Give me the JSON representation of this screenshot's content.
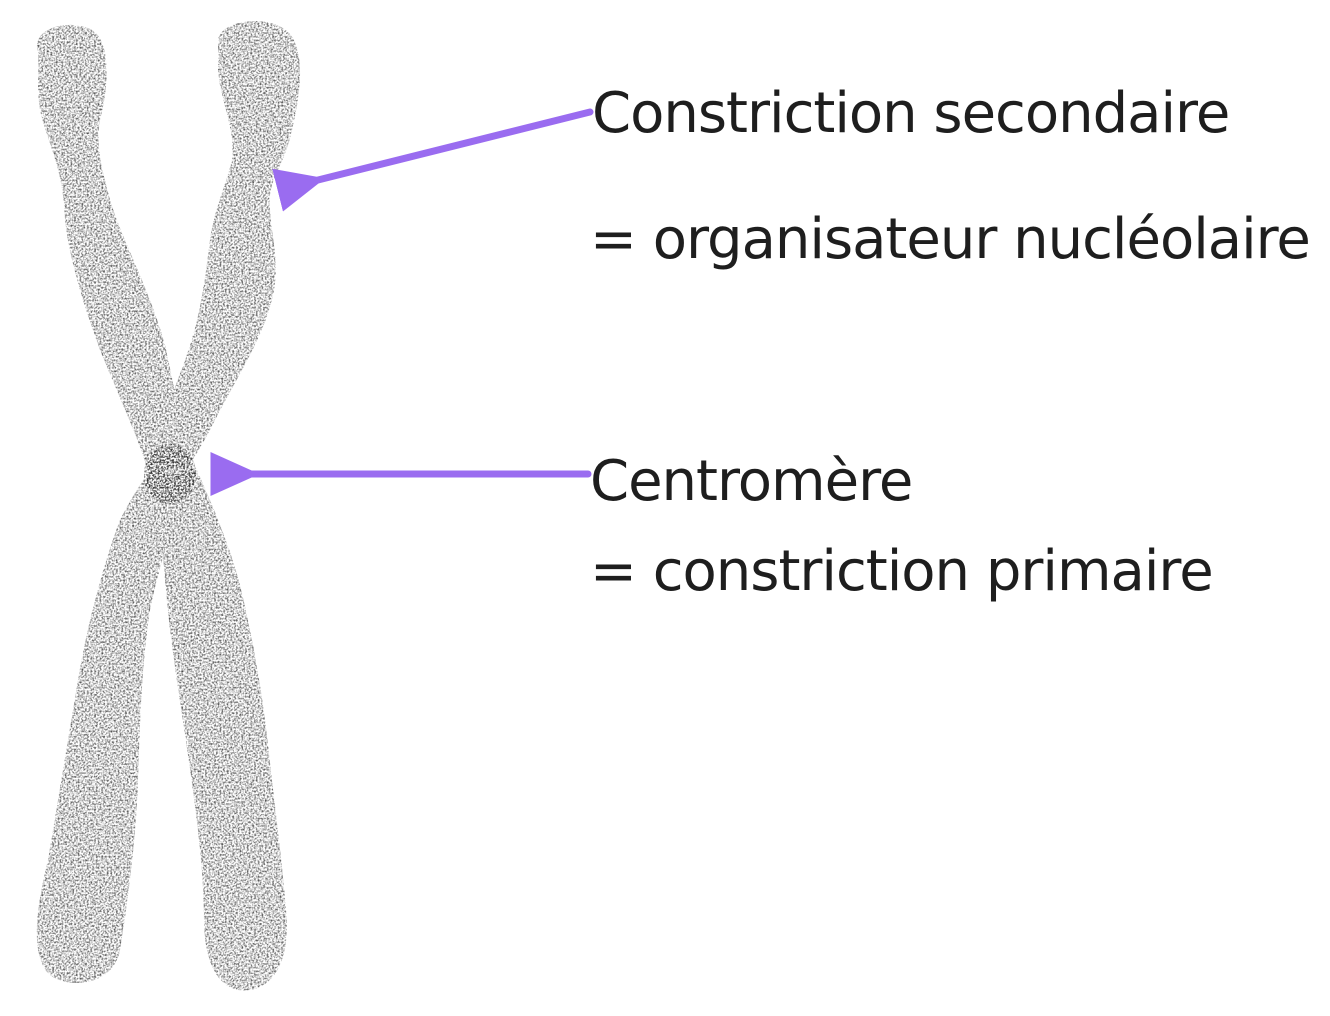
{
  "annotations": {
    "secondary_constriction": {
      "line1": "Constriction secondaire",
      "line2": "= organisateur nucléolaire"
    },
    "centromere": {
      "line1": "Centromère",
      "line2": "= constriction primaire"
    }
  },
  "colors": {
    "arrow": "#9a6cf0",
    "chromatin": "#4a4a4a",
    "chromatin_dark": "#262626",
    "text": "#1e1e1e",
    "background": "#ffffff"
  },
  "icons": {
    "chromosome": "chromosome-illustration",
    "arrow": "arrow-left-icon"
  }
}
